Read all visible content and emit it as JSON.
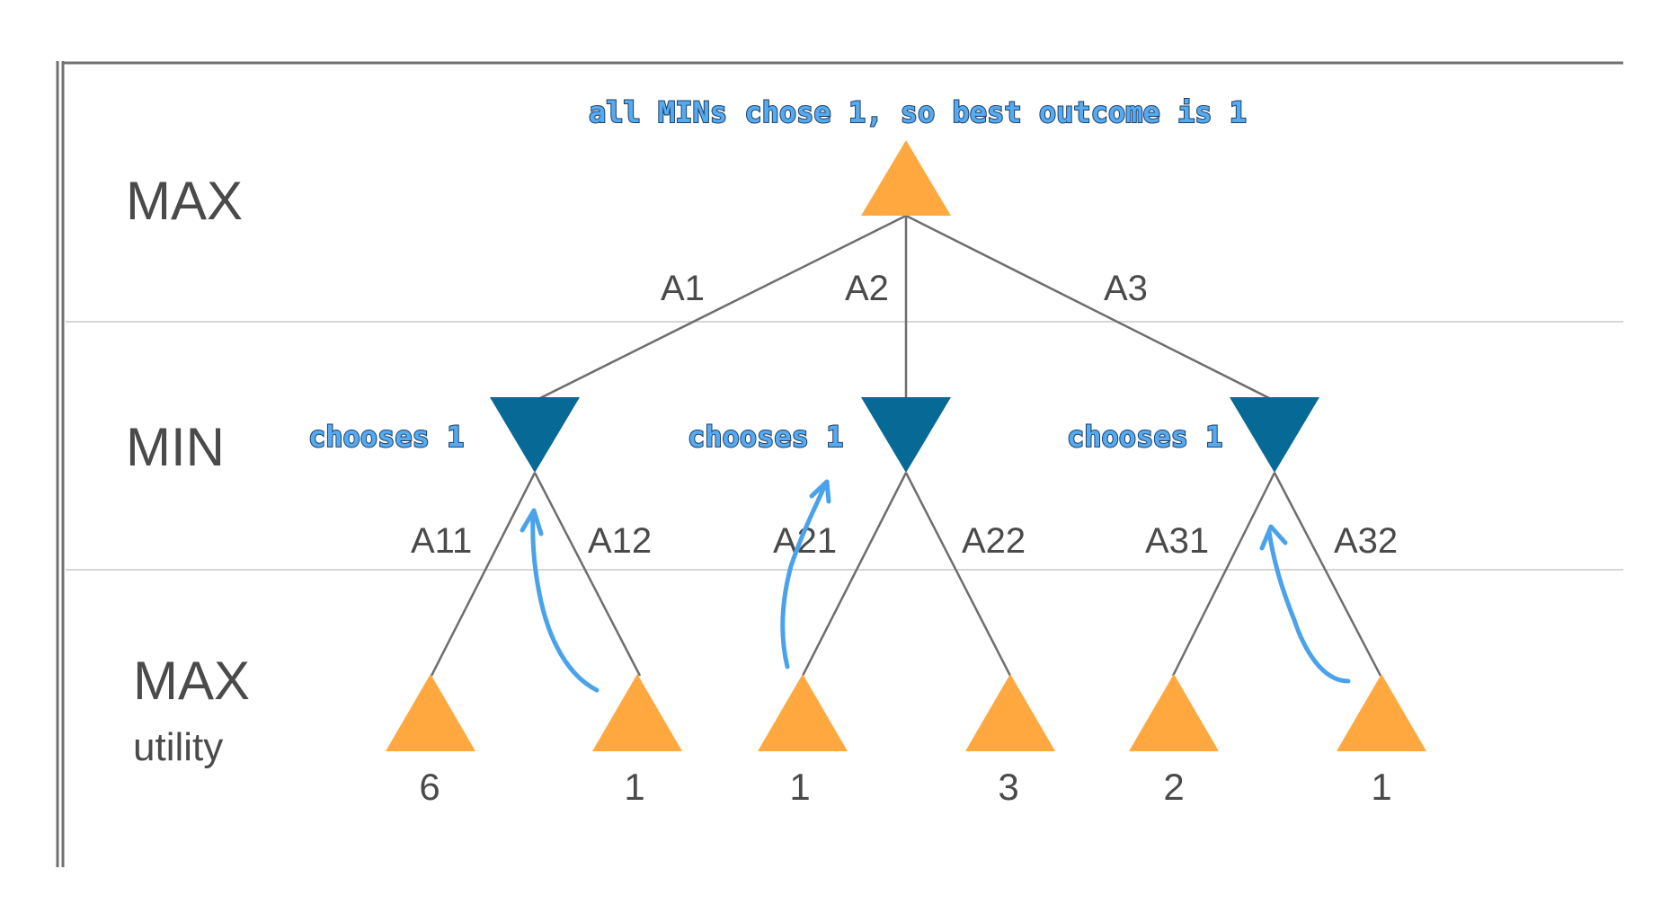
{
  "row_labels": {
    "top": "MAX",
    "middle": "MIN",
    "bottom": "MAX",
    "bottom_sub": "utility"
  },
  "root_annotation": "all MINs chose 1, so best outcome is 1",
  "min_annotations": [
    "chooses 1",
    "chooses 1",
    "chooses 1"
  ],
  "root_edge_labels": [
    "A1",
    "A2",
    "A3"
  ],
  "leaf_edge_labels": [
    "A11",
    "A12",
    "A21",
    "A22",
    "A31",
    "A32"
  ],
  "utilities": [
    "6",
    "1",
    "1",
    "3",
    "2",
    "1"
  ],
  "colors": {
    "max_node": "#ffa83f",
    "min_node": "#066996",
    "annotation": "#55aaf0",
    "edge": "#6e6e6e"
  }
}
